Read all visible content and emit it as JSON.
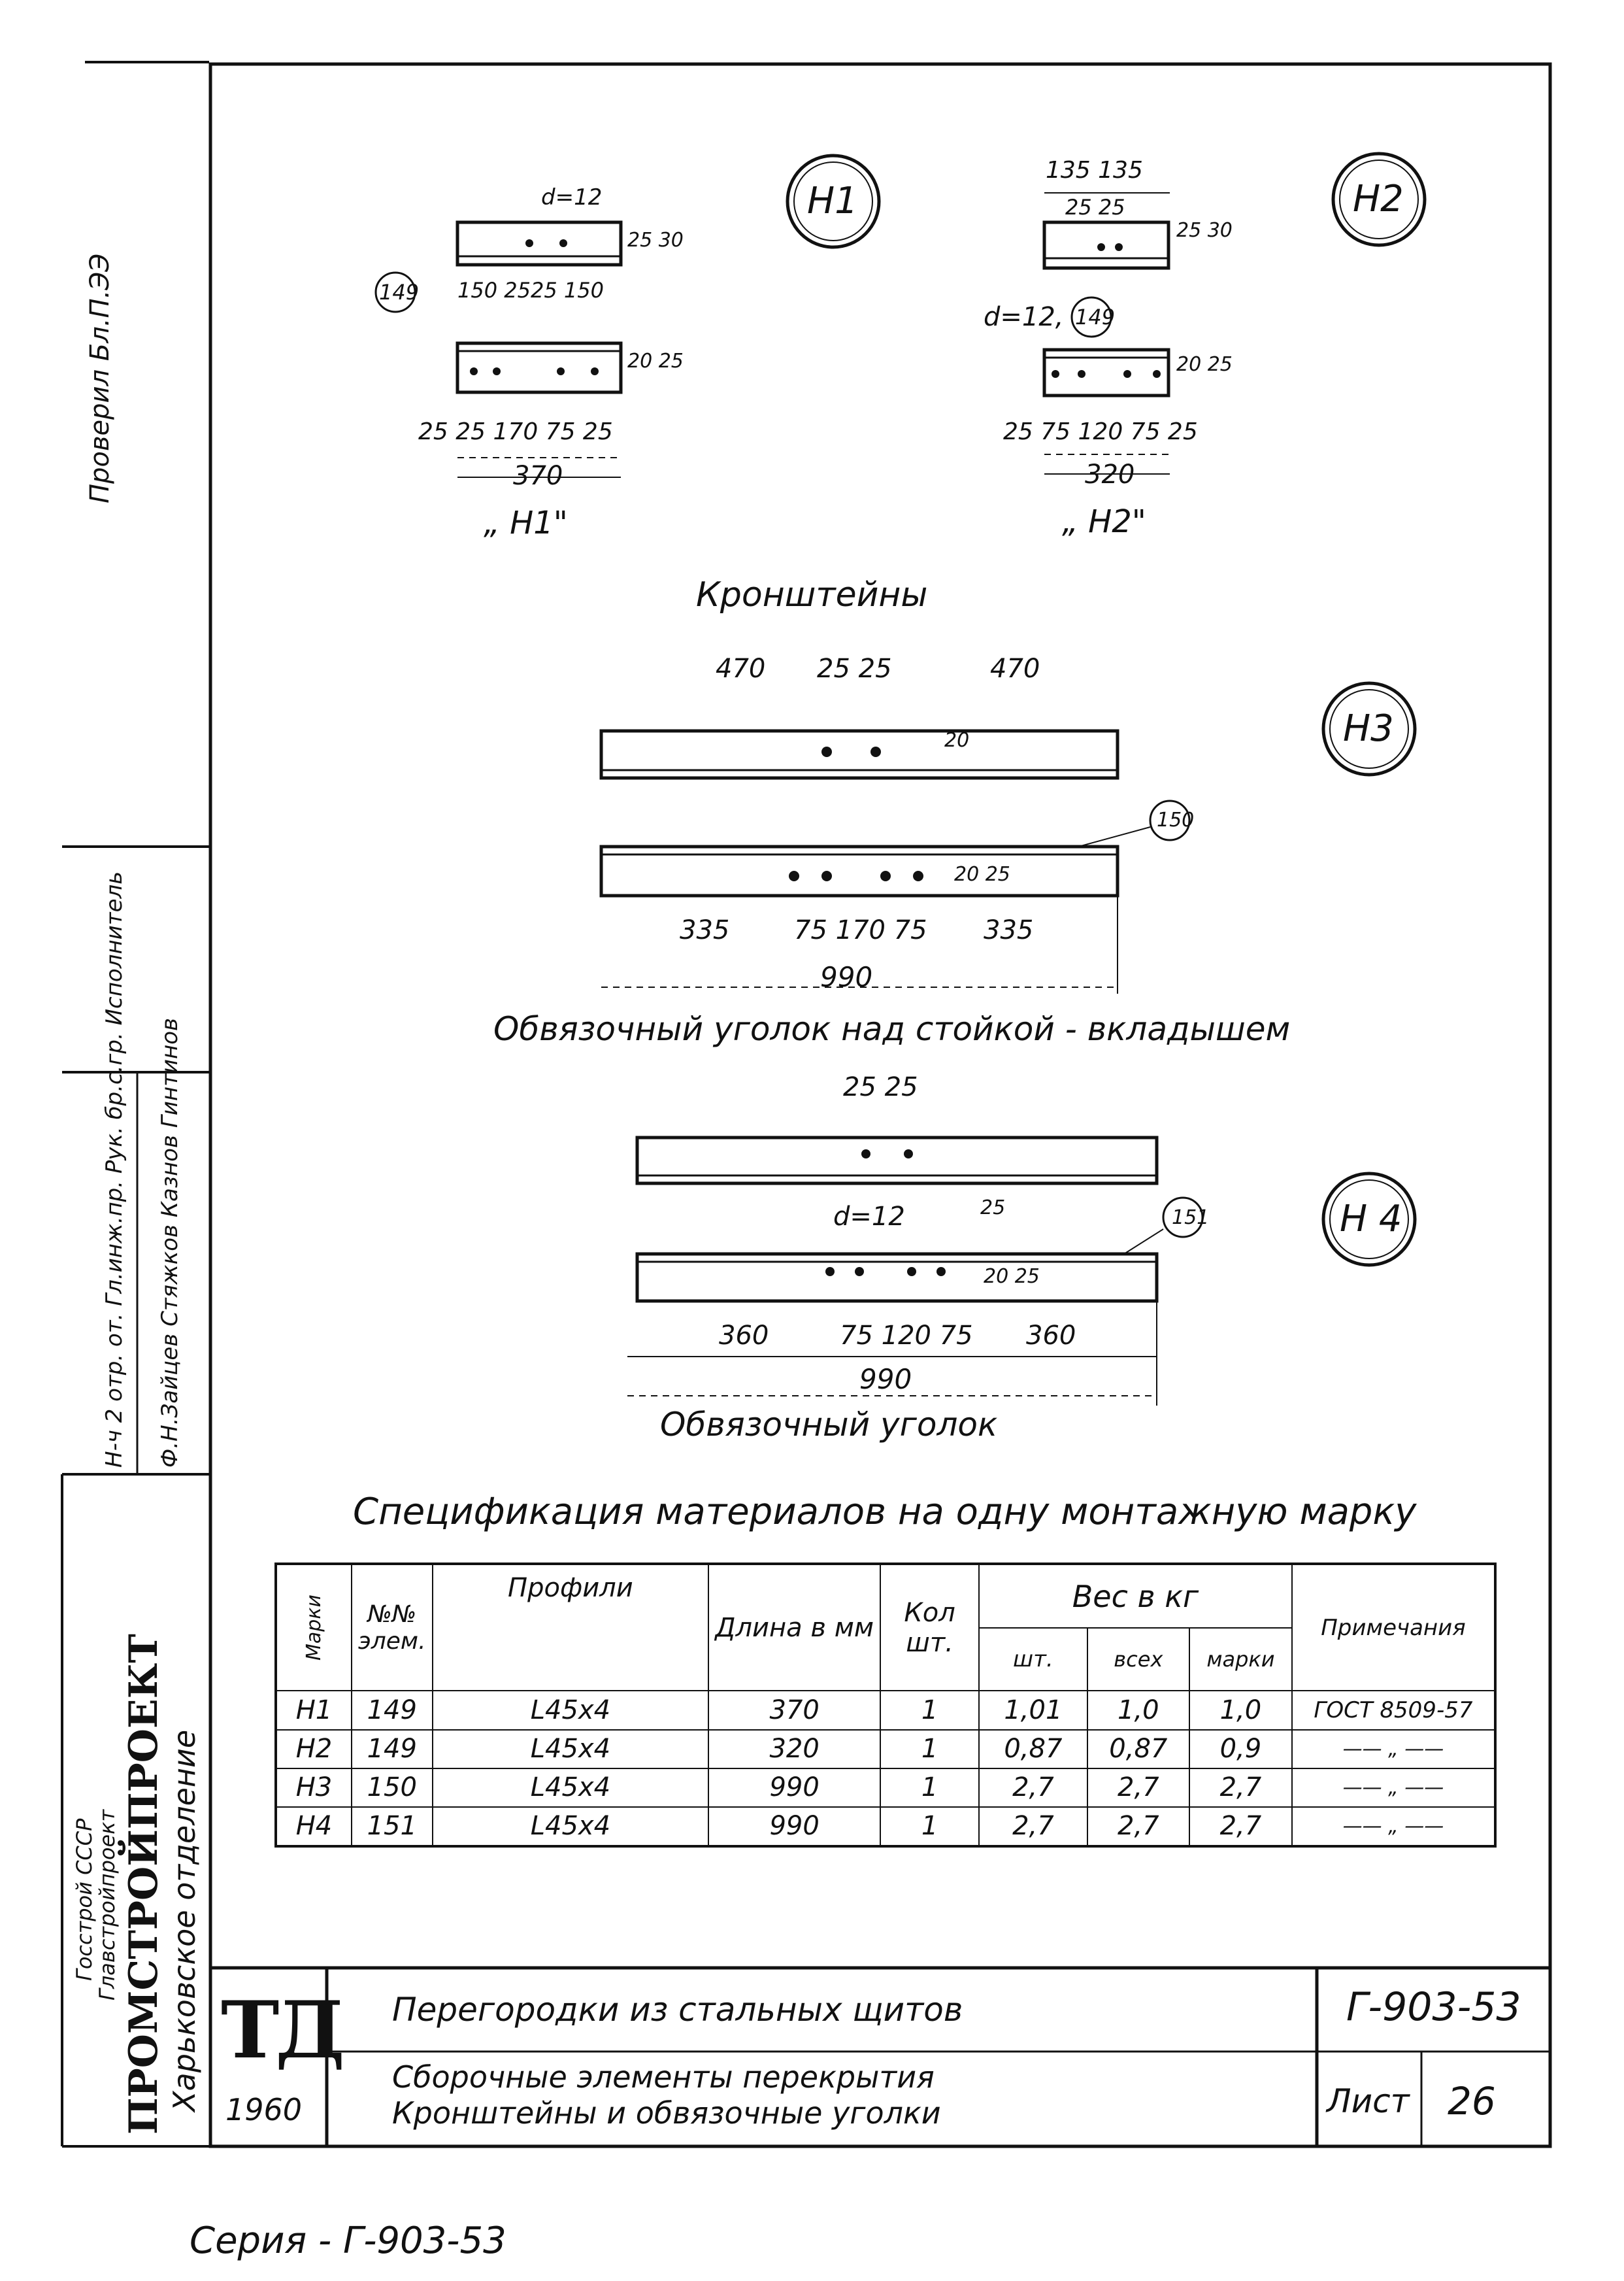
{
  "sidebar": {
    "top_stamp": "Проверил Бл.П.ЭЭ",
    "sign_rows": [
      "Н-ч 2 отр. от.  Гл.инж.пр.  Рук. бр.с.гр.  Исполнитель",
      "Ф.Н.Зайцев  Стяжков  Казнов  Гинтинов"
    ],
    "org_line1": "Госстрой СССР",
    "org_line2": "Главстройпроект",
    "org_name": "ПРОМСТРОЙПРОЕКТ",
    "org_branch": "Харьковское отделение"
  },
  "details": {
    "h1": {
      "mark": "Н1",
      "caption": "„ Н1\"",
      "ref": "149",
      "dims_top": "150 2525 150",
      "dims_top_note": "d=12",
      "dims_bottom": "25 25 170 75 25",
      "total": "370",
      "side_dims_top": "25 30",
      "side_dims_bottom": "20 25"
    },
    "h2": {
      "mark": "Н2",
      "caption": "„ Н2\"",
      "ref": "149",
      "hole": "d=12,",
      "dims_top1": "135  135",
      "dims_top2": "25 25",
      "dims_bottom": "25 75 120 75 25",
      "total": "320",
      "side_dims_top": "25 30",
      "side_dims_bottom": "20 25"
    },
    "brackets_title": "Кронштейны",
    "h3": {
      "mark": "Н3",
      "ref": "150",
      "dims_top": [
        "470",
        "25 25",
        "470"
      ],
      "side_top": "20",
      "dims_bottom": [
        "335",
        "75 170 75",
        "335"
      ],
      "side_bottom": "20 25",
      "total": "990",
      "caption": "Обвязочный уголок над стойкой - вкладышем"
    },
    "h4": {
      "mark": "Н 4",
      "ref": "151",
      "hole": "d=12",
      "dims_top": "25 25",
      "side_top": "25",
      "dims_bottom": [
        "360",
        "75 120 75",
        "360"
      ],
      "side_bottom": "20 25",
      "total": "990",
      "caption": "Обвязочный уголок"
    }
  },
  "spec": {
    "title": "Спецификация материалов на одну монтажную марку",
    "headers": {
      "mark": "Марки",
      "elem": "№№ элем.",
      "profile": "Профили",
      "length": "Длина в мм",
      "qty": "Кол шт.",
      "weight": "Вес в кг",
      "w_piece": "шт.",
      "w_total": "всех",
      "w_mark": "марки",
      "notes": "Примечания"
    },
    "rows": [
      {
        "mark": "Н1",
        "elem": "149",
        "profile": "L45x4",
        "length": "370",
        "qty": "1",
        "w_piece": "1,01",
        "w_total": "1,0",
        "w_mark": "1,0",
        "note": "ГОСТ 8509-57"
      },
      {
        "mark": "Н2",
        "elem": "149",
        "profile": "L45x4",
        "length": "320",
        "qty": "1",
        "w_piece": "0,87",
        "w_total": "0,87",
        "w_mark": "0,9",
        "note": "—— „ ——"
      },
      {
        "mark": "Н3",
        "elem": "150",
        "profile": "L45x4",
        "length": "990",
        "qty": "1",
        "w_piece": "2,7",
        "w_total": "2,7",
        "w_mark": "2,7",
        "note": "—— „ ——"
      },
      {
        "mark": "Н4",
        "elem": "151",
        "profile": "L45x4",
        "length": "990",
        "qty": "1",
        "w_piece": "2,7",
        "w_total": "2,7",
        "w_mark": "2,7",
        "note": "—— „ ——"
      }
    ]
  },
  "title_block": {
    "logo": "ТД",
    "year": "1960",
    "line1": "Перегородки из стальных щитов",
    "line2a": "Сборочные элементы перекрытия",
    "line2b": "Кронштейны и обвязочные уголки",
    "doc_code": "Г-903-53",
    "sheet_label": "Лист",
    "sheet_num": "26"
  },
  "footer": {
    "series": "Серия - Г-903-53"
  }
}
